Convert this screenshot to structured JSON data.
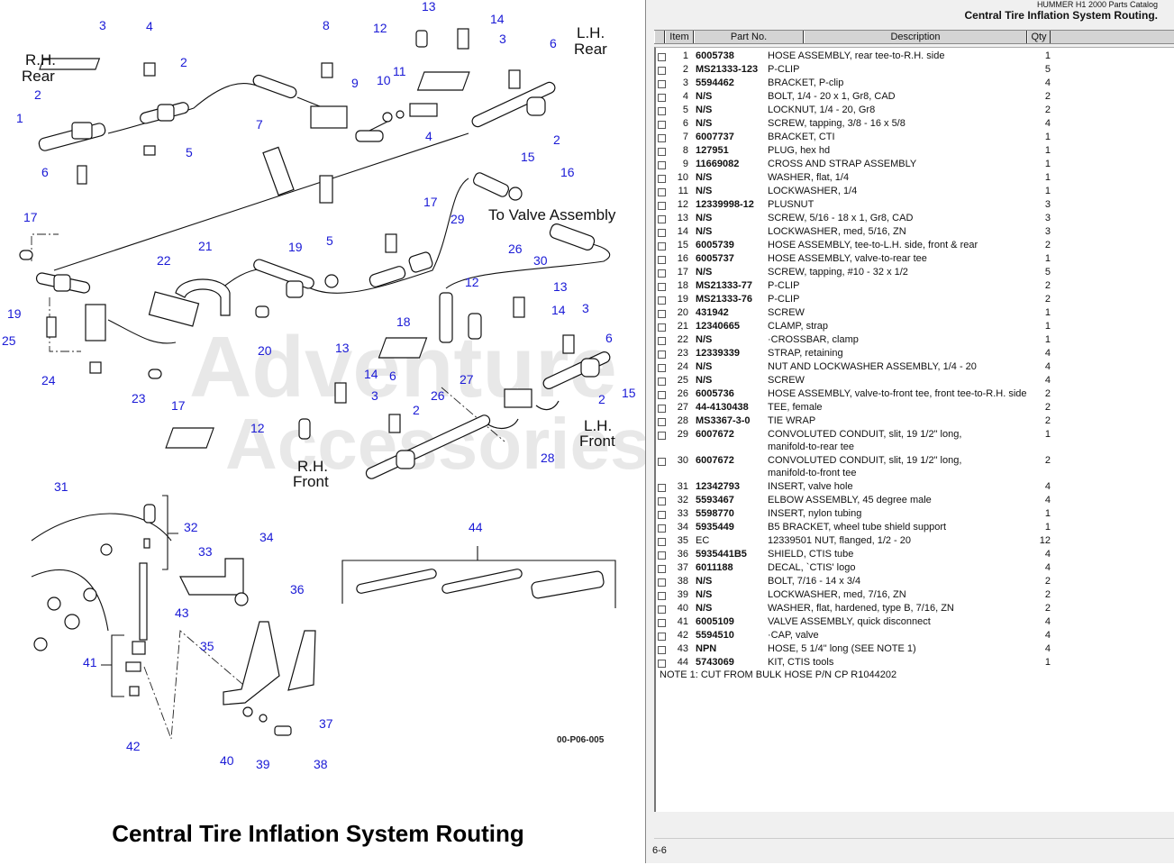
{
  "diagram": {
    "caption": "Central Tire Inflation System Routing",
    "figure_code": "00-P06-005",
    "location_labels": {
      "rh_rear": [
        "R.H.",
        "Rear"
      ],
      "lh_rear": [
        "L.H.",
        "Rear"
      ],
      "rh_front": [
        "R.H.",
        "Front"
      ],
      "lh_front": [
        "L.H.",
        "Front"
      ],
      "to_valve": "To Valve Assembly"
    },
    "watermark": [
      "Adventure",
      "Accessories"
    ],
    "callouts": [
      "1",
      "2",
      "3",
      "4",
      "5",
      "6",
      "7",
      "8",
      "9",
      "10",
      "11",
      "12",
      "13",
      "14",
      "15",
      "16",
      "17",
      "18",
      "19",
      "20",
      "21",
      "22",
      "23",
      "24",
      "25",
      "26",
      "27",
      "28",
      "29",
      "30",
      "31",
      "32",
      "33",
      "34",
      "35",
      "36",
      "37",
      "38",
      "39",
      "40",
      "41",
      "42",
      "43",
      "44"
    ]
  },
  "catalog": {
    "name": "HUMMER H1 2000 Parts Catalog",
    "section_title": "Central Tire Inflation System Routing.",
    "columns": [
      "Item",
      "Part No.",
      "Description",
      "Qty"
    ],
    "rows": [
      {
        "item": "1",
        "part_no": "6005738",
        "desc": "HOSE ASSEMBLY, rear tee-to-R.H. side",
        "qty": "1"
      },
      {
        "item": "2",
        "part_no": "MS21333-123",
        "desc": "P-CLIP",
        "qty": "5"
      },
      {
        "item": "3",
        "part_no": "5594462",
        "desc": "BRACKET, P-clip",
        "qty": "4"
      },
      {
        "item": "4",
        "part_no": "N/S",
        "desc": "BOLT, 1/4 - 20 x 1, Gr8, CAD",
        "qty": "2"
      },
      {
        "item": "5",
        "part_no": "N/S",
        "desc": "LOCKNUT, 1/4 - 20, Gr8",
        "qty": "2"
      },
      {
        "item": "6",
        "part_no": "N/S",
        "desc": "SCREW, tapping, 3/8 - 16 x 5/8",
        "qty": "4"
      },
      {
        "item": "7",
        "part_no": "6007737",
        "desc": "BRACKET, CTI",
        "qty": "1"
      },
      {
        "item": "8",
        "part_no": "127951",
        "desc": "PLUG, hex hd",
        "qty": "1"
      },
      {
        "item": "9",
        "part_no": "11669082",
        "desc": "CROSS AND STRAP ASSEMBLY",
        "qty": "1"
      },
      {
        "item": "10",
        "part_no": "N/S",
        "desc": "WASHER, flat, 1/4",
        "qty": "1"
      },
      {
        "item": "11",
        "part_no": "N/S",
        "desc": "LOCKWASHER, 1/4",
        "qty": "1"
      },
      {
        "item": "12",
        "part_no": "12339998-12",
        "desc": "PLUSNUT",
        "qty": "3"
      },
      {
        "item": "13",
        "part_no": "N/S",
        "desc": "SCREW, 5/16 - 18 x 1, Gr8, CAD",
        "qty": "3"
      },
      {
        "item": "14",
        "part_no": "N/S",
        "desc": "LOCKWASHER, med, 5/16, ZN",
        "qty": "3"
      },
      {
        "item": "15",
        "part_no": "6005739",
        "desc": "HOSE ASSEMBLY, tee-to-L.H. side, front & rear",
        "qty": "2"
      },
      {
        "item": "16",
        "part_no": "6005737",
        "desc": "HOSE ASSEMBLY, valve-to-rear tee",
        "qty": "1"
      },
      {
        "item": "17",
        "part_no": "N/S",
        "desc": "SCREW, tapping, #10 - 32 x 1/2",
        "qty": "5"
      },
      {
        "item": "18",
        "part_no": "MS21333-77",
        "desc": "P-CLIP",
        "qty": "2"
      },
      {
        "item": "19",
        "part_no": "MS21333-76",
        "desc": "P-CLIP",
        "qty": "2"
      },
      {
        "item": "20",
        "part_no": "431942",
        "desc": "SCREW",
        "qty": "1"
      },
      {
        "item": "21",
        "part_no": "12340665",
        "desc": "CLAMP, strap",
        "qty": "1"
      },
      {
        "item": "22",
        "part_no": "N/S",
        "desc": "·CROSSBAR, clamp",
        "qty": "1"
      },
      {
        "item": "23",
        "part_no": "12339339",
        "desc": "STRAP, retaining",
        "qty": "4"
      },
      {
        "item": "24",
        "part_no": "N/S",
        "desc": "NUT AND LOCKWASHER ASSEMBLY, 1/4 - 20",
        "qty": "4"
      },
      {
        "item": "25",
        "part_no": "N/S",
        "desc": "SCREW",
        "qty": "4"
      },
      {
        "item": "26",
        "part_no": "6005736",
        "desc": "HOSE ASSEMBLY, valve-to-front tee, front tee-to-R.H. side",
        "qty": "2"
      },
      {
        "item": "27",
        "part_no": "44-4130438",
        "desc": "TEE, female",
        "qty": "2"
      },
      {
        "item": "28",
        "part_no": "MS3367-3-0",
        "desc": "TIE WRAP",
        "qty": "2"
      },
      {
        "item": "29",
        "part_no": "6007672",
        "desc": "CONVOLUTED CONDUIT, slit, 19  1/2\" long,",
        "desc2": "manifold-to-rear tee",
        "qty": "1"
      },
      {
        "item": "30",
        "part_no": "6007672",
        "desc": "CONVOLUTED CONDUIT, slit, 19  1/2\" long,",
        "desc2": "manifold-to-front tee",
        "qty": "2"
      },
      {
        "item": "31",
        "part_no": "12342793",
        "desc": "INSERT, valve hole",
        "qty": "4"
      },
      {
        "item": "32",
        "part_no": "5593467",
        "desc": "ELBOW ASSEMBLY, 45 degree male",
        "qty": "4"
      },
      {
        "item": "33",
        "part_no": "5598770",
        "desc": "INSERT, nylon tubing",
        "qty": "1"
      },
      {
        "item": "34",
        "part_no": "5935449",
        "desc": "B5 BRACKET, wheel tube shield support",
        "qty": "1"
      },
      {
        "item": "35",
        "part_no": "EC",
        "desc": "12339501  NUT, flanged,  1/2 - 20",
        "qty": "12",
        "pn_regular": true
      },
      {
        "item": "36",
        "part_no": "5935441B5",
        "desc": "SHIELD, CTIS tube",
        "qty": "4"
      },
      {
        "item": "37",
        "part_no": "6011188",
        "desc": "DECAL, `CTIS' logo",
        "qty": "4"
      },
      {
        "item": "38",
        "part_no": "N/S",
        "desc": "BOLT,  7/16 - 14 x 3/4",
        "qty": "2"
      },
      {
        "item": "39",
        "part_no": "N/S",
        "desc": "LOCKWASHER, med, 7/16, ZN",
        "qty": "2"
      },
      {
        "item": "40",
        "part_no": "N/S",
        "desc": "WASHER, flat, hardened, type B, 7/16, ZN",
        "qty": "2"
      },
      {
        "item": "41",
        "part_no": "6005109",
        "desc": "VALVE ASSEMBLY, quick disconnect",
        "qty": "4"
      },
      {
        "item": "42",
        "part_no": "5594510",
        "desc": "·CAP, valve",
        "qty": "4"
      },
      {
        "item": "43",
        "part_no": "NPN",
        "desc": "HOSE, 5 1/4\" long (SEE NOTE 1)",
        "qty": "4"
      },
      {
        "item": "44",
        "part_no": "5743069",
        "desc": "KIT, CTIS tools",
        "qty": "1"
      }
    ],
    "note": "NOTE 1:  CUT FROM BULK HOSE  P/N CP R1044202",
    "page": "6-6"
  }
}
